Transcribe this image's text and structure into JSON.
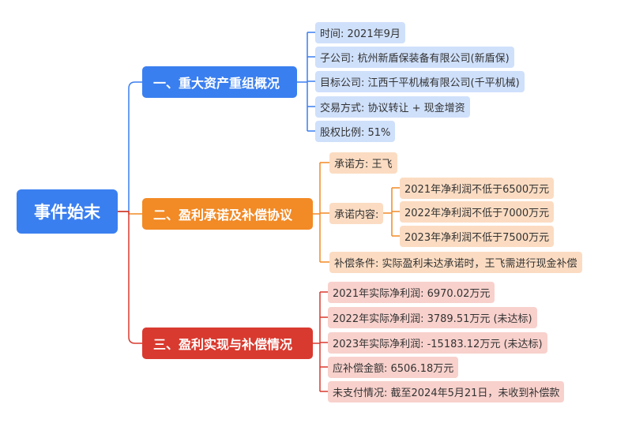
{
  "root": {
    "label": "事件始末"
  },
  "branches": [
    {
      "label": "一、重大资产重组概况",
      "color": "#3a7ff0",
      "items": [
        "时间: 2021年9月",
        "子公司: 杭州新盾保装备有限公司(新盾保)",
        "目标公司: 江西千平机械有限公司(千平机械)",
        "交易方式: 协议转让 + 现金增资",
        "股权比例: 51%"
      ]
    },
    {
      "label": "二、盈利承诺及补偿协议",
      "color": "#f28a25",
      "items": [
        "承诺方: 王飞",
        "承诺内容:",
        "补偿条件: 实际盈利未达承诺时，王飞需进行现金补偿"
      ],
      "promises": [
        "2021年净利润不低于6500万元",
        "2022年净利润不低于7000万元",
        "2023年净利润不低于7500万元"
      ]
    },
    {
      "label": "三、盈利实现与补偿情况",
      "color": "#d93a2f",
      "items": [
        "2021年实际净利润: 6970.02万元",
        "2022年实际净利润: 3789.51万元 (未达标)",
        "2023年实际净利润: -15183.12万元 (未达标)",
        "应补偿金额: 6506.18万元",
        "未支付情况: 截至2024年5月21日，未收到补偿款"
      ]
    }
  ]
}
